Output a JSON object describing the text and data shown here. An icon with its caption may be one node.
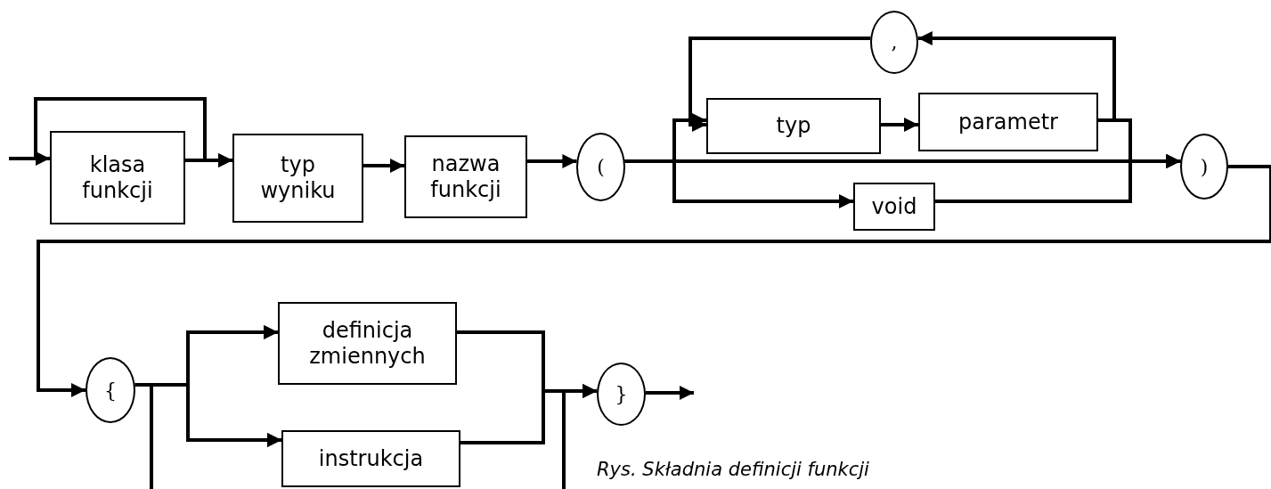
{
  "diagram": {
    "caption": "Rys. Składnia definicji funkcji",
    "nodes": [
      {
        "text": [
          "klasa funkcji"
        ]
      },
      {
        "text": [
          "typ wyniku"
        ]
      },
      {
        "text": [
          "nazwa funkcji"
        ]
      },
      {
        "text": [
          "("
        ]
      },
      {
        "text": [
          ","
        ]
      },
      {
        "text": [
          "typ"
        ]
      },
      {
        "text": [
          "parametr"
        ]
      },
      {
        "text": [
          "void"
        ]
      },
      {
        "text": [
          ")"
        ]
      },
      {
        "text": [
          "{"
        ]
      },
      {
        "text": [
          "definicja zmiennych"
        ]
      },
      {
        "text": [
          "instrukcja"
        ]
      },
      {
        "text": [
          "}"
        ]
      }
    ],
    "edges": [
      {
        "from": null,
        "to": 0,
        "arrow": "to"
      },
      {
        "from": null,
        "to": 1,
        "arrow": "to"
      },
      {
        "from": 0,
        "to": 1,
        "arrow": "to"
      },
      {
        "from": 1,
        "to": 2,
        "arrow": "to"
      },
      {
        "from": 2,
        "to": 3,
        "arrow": "to"
      },
      {
        "from": 3,
        "to": 5,
        "arrow": "to"
      },
      {
        "from": 3,
        "to": 8,
        "arrow": "to"
      },
      {
        "from": 3,
        "to": 7,
        "arrow": "to"
      },
      {
        "from": 5,
        "to": 6,
        "arrow": "to"
      },
      {
        "from": 6,
        "to": 4,
        "arrow": "to"
      },
      {
        "from": 4,
        "to": 5,
        "arrow": "to"
      },
      {
        "from": 6,
        "to": 8,
        "arrow": "to"
      },
      {
        "from": 7,
        "to": 8,
        "arrow": "to"
      },
      {
        "from": 8,
        "to": 9,
        "arrow": "to"
      },
      {
        "from": 9,
        "to": 10,
        "arrow": "to"
      },
      {
        "from": 9,
        "to": 11,
        "arrow": "to"
      },
      {
        "from": 10,
        "to": 12,
        "arrow": "to"
      },
      {
        "from": 11,
        "to": 12,
        "arrow": "to"
      },
      {
        "from": 10,
        "to": null,
        "arrow": "none"
      },
      {
        "from": 11,
        "to": null,
        "arrow": "none"
      },
      {
        "from": null,
        "to": 10,
        "arrow": "to"
      },
      {
        "from": null,
        "to": 11,
        "arrow": "to"
      },
      {
        "from": 12,
        "to": null,
        "arrow": "to"
      }
    ]
  }
}
